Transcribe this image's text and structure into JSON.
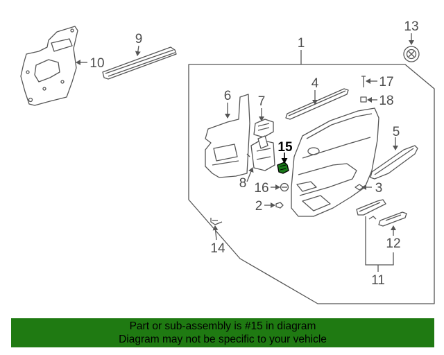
{
  "diagram": {
    "callouts": [
      "1",
      "2",
      "3",
      "4",
      "5",
      "6",
      "7",
      "8",
      "9",
      "10",
      "11",
      "12",
      "13",
      "14",
      "15",
      "16",
      "17",
      "18"
    ],
    "highlighted_callout": "15"
  },
  "banner": {
    "line1": "Part or sub-assembly is #15 in diagram",
    "line2": "Diagram may not be specific to your vehicle",
    "background": "#1f7a12"
  }
}
